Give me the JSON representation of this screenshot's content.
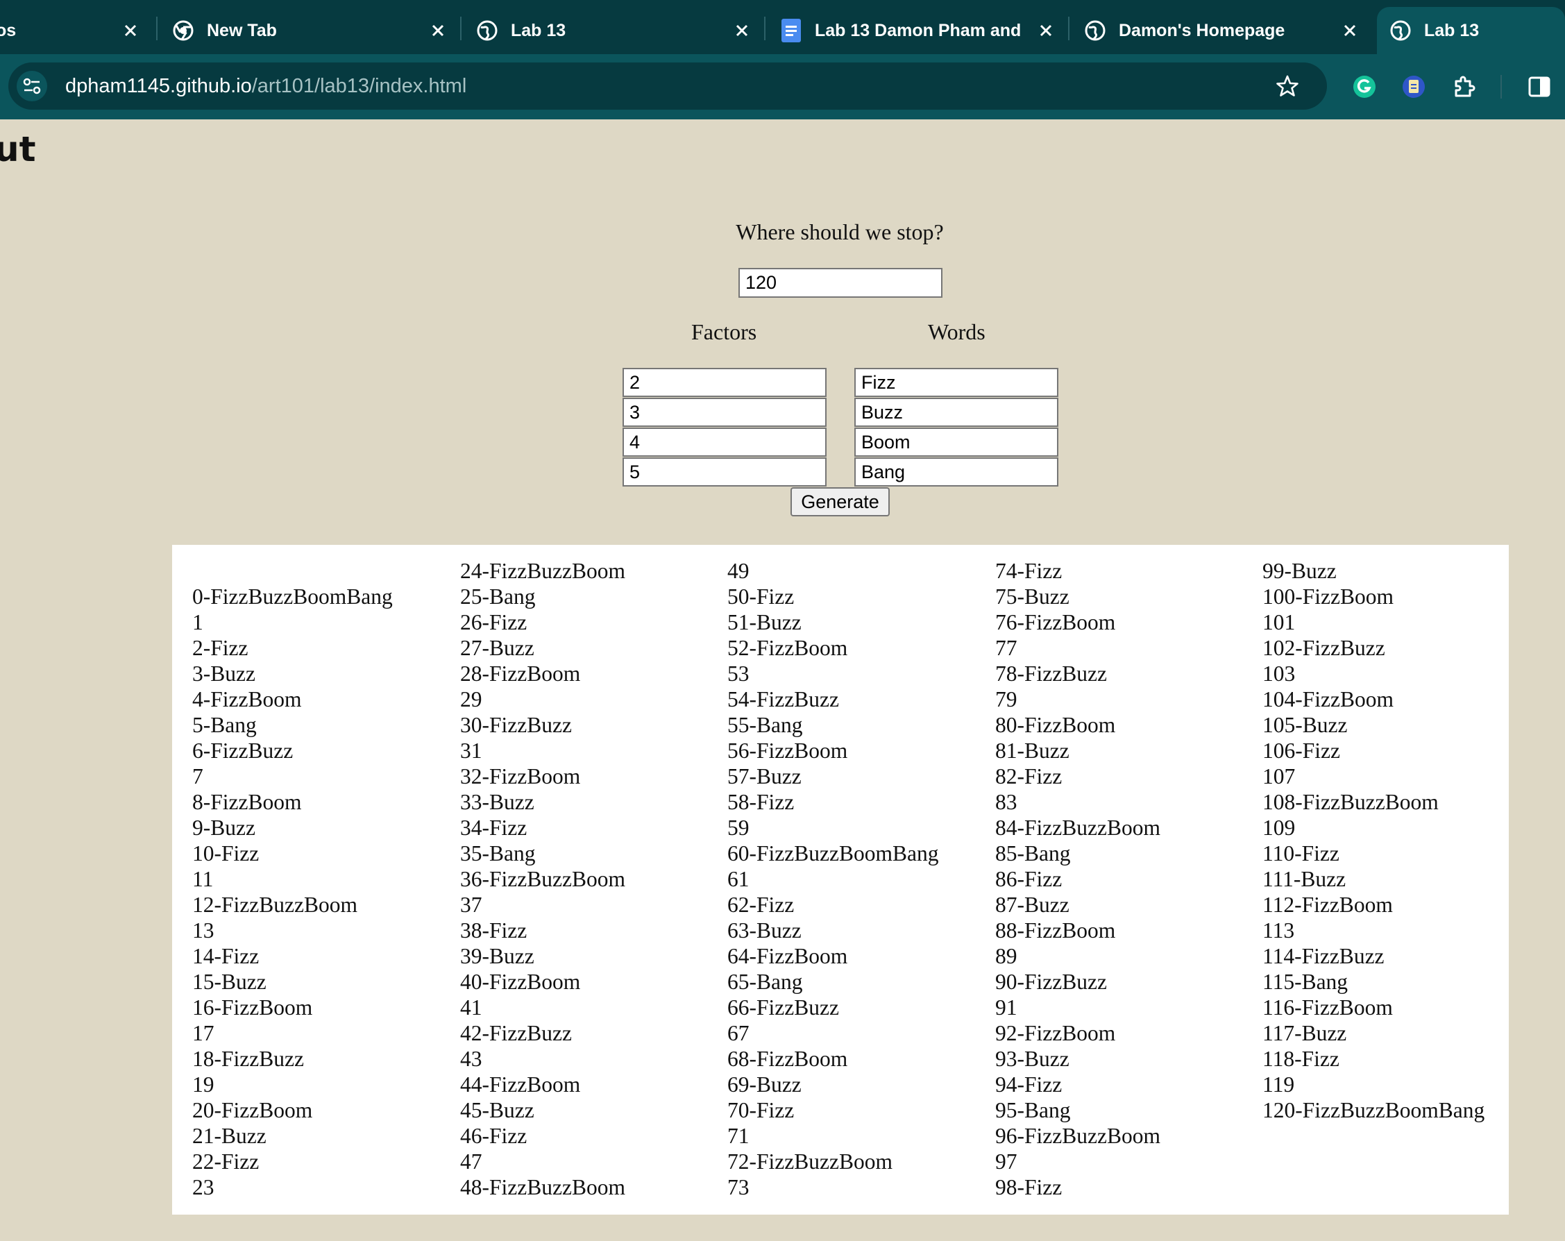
{
  "browser": {
    "tabs": [
      {
        "title": "os",
        "icon": "partial-tab"
      },
      {
        "title": "New Tab",
        "icon": "chrome-icon"
      },
      {
        "title": "Lab 13",
        "icon": "globe-icon"
      },
      {
        "title": "Lab 13 Damon Pham and",
        "icon": "docs-icon"
      },
      {
        "title": "Damon's Homepage",
        "icon": "globe-icon"
      },
      {
        "title": "Lab 13",
        "icon": "globe-icon",
        "active": true
      }
    ],
    "url_host": "dpham1145.github.io",
    "url_path": "/art101/lab13/index.html"
  },
  "page": {
    "fragment_text": "ut",
    "stop_label": "Where should we stop?",
    "stop_value": "120",
    "factors_label": "Factors",
    "words_label": "Words",
    "factors": [
      "2",
      "3",
      "4",
      "5"
    ],
    "words": [
      "Fizz",
      "Buzz",
      "Boom",
      "Bang"
    ],
    "generate_label": "Generate"
  },
  "output": {
    "columns": [
      [
        "",
        "0-FizzBuzzBoomBang",
        "1",
        "2-Fizz",
        "3-Buzz",
        "4-FizzBoom",
        "5-Bang",
        "6-FizzBuzz",
        "7",
        "8-FizzBoom",
        "9-Buzz",
        "10-Fizz",
        "11",
        "12-FizzBuzzBoom",
        "13",
        "14-Fizz",
        "15-Buzz",
        "16-FizzBoom",
        "17",
        "18-FizzBuzz",
        "19",
        "20-FizzBoom",
        "21-Buzz",
        "22-Fizz",
        "23"
      ],
      [
        "24-FizzBuzzBoom",
        "25-Bang",
        "26-Fizz",
        "27-Buzz",
        "28-FizzBoom",
        "29",
        "30-FizzBuzz",
        "31",
        "32-FizzBoom",
        "33-Buzz",
        "34-Fizz",
        "35-Bang",
        "36-FizzBuzzBoom",
        "37",
        "38-Fizz",
        "39-Buzz",
        "40-FizzBoom",
        "41",
        "42-FizzBuzz",
        "43",
        "44-FizzBoom",
        "45-Buzz",
        "46-Fizz",
        "47",
        "48-FizzBuzzBoom"
      ],
      [
        "49",
        "50-Fizz",
        "51-Buzz",
        "52-FizzBoom",
        "53",
        "54-FizzBuzz",
        "55-Bang",
        "56-FizzBoom",
        "57-Buzz",
        "58-Fizz",
        "59",
        "60-FizzBuzzBoomBang",
        "61",
        "62-Fizz",
        "63-Buzz",
        "64-FizzBoom",
        "65-Bang",
        "66-FizzBuzz",
        "67",
        "68-FizzBoom",
        "69-Buzz",
        "70-Fizz",
        "71",
        "72-FizzBuzzBoom",
        "73"
      ],
      [
        "74-Fizz",
        "75-Buzz",
        "76-FizzBoom",
        "77",
        "78-FizzBuzz",
        "79",
        "80-FizzBoom",
        "81-Buzz",
        "82-Fizz",
        "83",
        "84-FizzBuzzBoom",
        "85-Bang",
        "86-Fizz",
        "87-Buzz",
        "88-FizzBoom",
        "89",
        "90-FizzBuzz",
        "91",
        "92-FizzBoom",
        "93-Buzz",
        "94-Fizz",
        "95-Bang",
        "96-FizzBuzzBoom",
        "97",
        "98-Fizz"
      ],
      [
        "99-Buzz",
        "100-FizzBoom",
        "101",
        "102-FizzBuzz",
        "103",
        "104-FizzBoom",
        "105-Buzz",
        "106-Fizz",
        "107",
        "108-FizzBuzzBoom",
        "109",
        "110-Fizz",
        "111-Buzz",
        "112-FizzBoom",
        "113",
        "114-FizzBuzz",
        "115-Bang",
        "116-FizzBoom",
        "117-Buzz",
        "118-Fizz",
        "119",
        "120-FizzBuzzBoomBang"
      ]
    ]
  }
}
